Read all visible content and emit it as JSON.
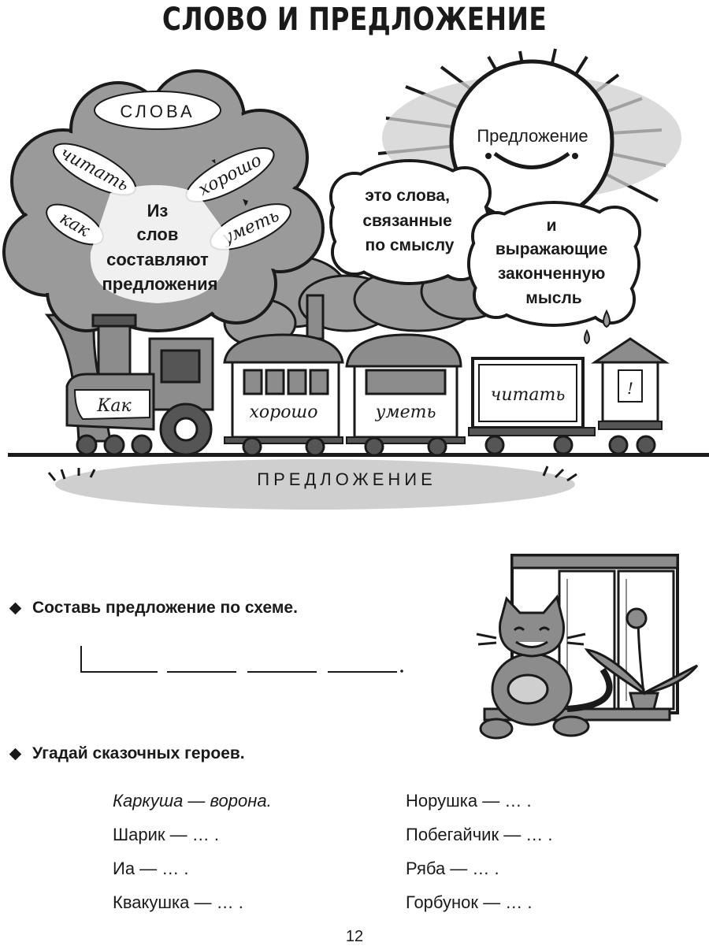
{
  "title": "СЛОВО И ПРЕДЛОЖЕНИЕ",
  "tree": {
    "label": "СЛОВА",
    "words": [
      "читать",
      "хорошо",
      "как",
      "уметь"
    ],
    "center_text": [
      "Из",
      "слов",
      "составляют",
      "предложения"
    ]
  },
  "sun": {
    "label": "Предложение",
    "cloud_left": [
      "это слова,",
      "связанные",
      "по смыслу"
    ],
    "cloud_right": [
      "и",
      "выражающие",
      "законченную",
      "мысль"
    ]
  },
  "train": {
    "cars": [
      "Как",
      "хорошо",
      "уметь",
      "читать",
      "!"
    ],
    "ground_label": "ПРЕДЛОЖЕНИЕ"
  },
  "tasks": [
    {
      "text": "Составь предложение по схеме."
    },
    {
      "text": "Угадай сказочных героев."
    }
  ],
  "answers": {
    "left": [
      "Каркуша — ворона.",
      "Шарик — … .",
      "Иа — … .",
      "Квакушка — … ."
    ],
    "right": [
      "Норушка — … .",
      "Побегайчик — … .",
      "Ряба — … .",
      "Горбунок — … ."
    ]
  },
  "page_number": "12",
  "colors": {
    "ink": "#1a1a1a",
    "gray": "#8c8c8c",
    "light_gray": "#cfcfcf",
    "dark_gray": "#555555"
  }
}
